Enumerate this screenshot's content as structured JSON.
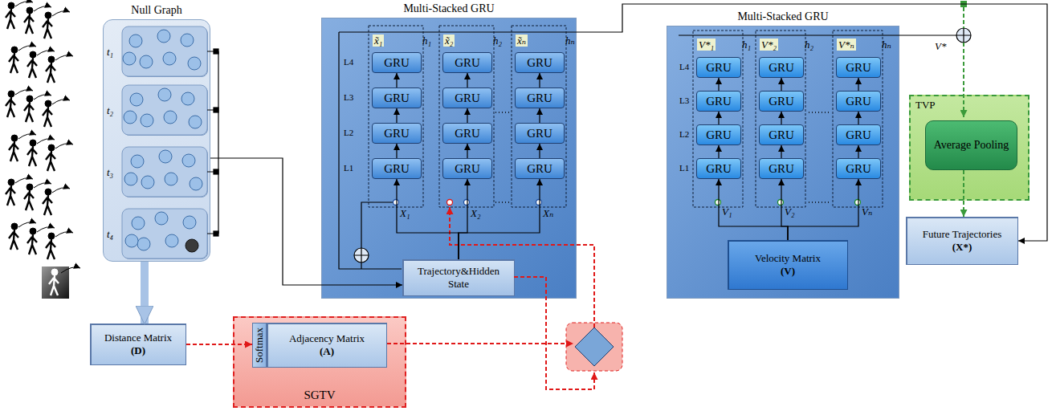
{
  "diagram": {
    "nodes": [
      {
        "text": [
          "Null Graph"
        ]
      },
      {
        "text": [
          "t₁"
        ],
        "in": 0
      },
      {
        "text": [
          "t₂"
        ],
        "in": 0
      },
      {
        "text": [
          "t₃"
        ],
        "in": 0
      },
      {
        "text": [
          "t₄"
        ],
        "in": 0
      },
      {
        "text": [
          "Multi-Stacked GRU"
        ]
      },
      {
        "text": [
          "GRU"
        ],
        "in": 5
      },
      {
        "text": [
          "GRU"
        ],
        "in": 5
      },
      {
        "text": [
          "GRU"
        ],
        "in": 5
      },
      {
        "text": [
          "GRU"
        ],
        "in": 5
      },
      {
        "text": [
          "GRU"
        ],
        "in": 5
      },
      {
        "text": [
          "GRU"
        ],
        "in": 5
      },
      {
        "text": [
          "GRU"
        ],
        "in": 5
      },
      {
        "text": [
          "GRU"
        ],
        "in": 5
      },
      {
        "text": [
          "GRU"
        ],
        "in": 5
      },
      {
        "text": [
          "GRU"
        ],
        "in": 5
      },
      {
        "text": [
          "GRU"
        ],
        "in": 5
      },
      {
        "text": [
          "GRU"
        ],
        "in": 5
      },
      {
        "text": [
          "Trajectory&Hidden State"
        ],
        "in": 5
      },
      {
        "text": [
          "Multi-Stacked GRU"
        ]
      },
      {
        "text": [
          "GRU"
        ],
        "in": 19
      },
      {
        "text": [
          "GRU"
        ],
        "in": 19
      },
      {
        "text": [
          "GRU"
        ],
        "in": 19
      },
      {
        "text": [
          "GRU"
        ],
        "in": 19
      },
      {
        "text": [
          "GRU"
        ],
        "in": 19
      },
      {
        "text": [
          "GRU"
        ],
        "in": 19
      },
      {
        "text": [
          "GRU"
        ],
        "in": 19
      },
      {
        "text": [
          "GRU"
        ],
        "in": 19
      },
      {
        "text": [
          "GRU"
        ],
        "in": 19
      },
      {
        "text": [
          "GRU"
        ],
        "in": 19
      },
      {
        "text": [
          "GRU"
        ],
        "in": 19
      },
      {
        "text": [
          "GRU"
        ],
        "in": 19
      },
      {
        "text": [
          "Velocity Matrix",
          "(V)"
        ],
        "in": 19
      },
      {
        "text": [
          "TVP"
        ]
      },
      {
        "text": [
          "Average Pooling"
        ],
        "in": 33
      },
      {
        "text": [
          "Future Trajectories",
          "(X*)"
        ]
      },
      {
        "text": [
          "Distance Matrix",
          "(D)"
        ]
      },
      {
        "text": [
          "SGTV"
        ]
      },
      {
        "text": [
          "Softmax"
        ],
        "in": 37
      },
      {
        "text": [
          "Adjacency Matrix",
          "(A)"
        ],
        "in": 37
      }
    ],
    "edges": [
      {
        "from": 15,
        "to": 12,
        "arrow": "to"
      },
      {
        "from": 12,
        "to": 9,
        "arrow": "to"
      },
      {
        "from": 9,
        "to": 6,
        "arrow": "to"
      },
      {
        "from": 16,
        "to": 13,
        "arrow": "to"
      },
      {
        "from": 13,
        "to": 10,
        "arrow": "to"
      },
      {
        "from": 10,
        "to": 7,
        "arrow": "to"
      },
      {
        "from": 17,
        "to": 14,
        "arrow": "to"
      },
      {
        "from": 14,
        "to": 11,
        "arrow": "to"
      },
      {
        "from": 11,
        "to": 8,
        "arrow": "to"
      },
      {
        "from": 29,
        "to": 26,
        "arrow": "to"
      },
      {
        "from": 26,
        "to": 23,
        "arrow": "to"
      },
      {
        "from": 23,
        "to": 20,
        "arrow": "to"
      },
      {
        "from": 30,
        "to": 27,
        "arrow": "to"
      },
      {
        "from": 27,
        "to": 24,
        "arrow": "to"
      },
      {
        "from": 24,
        "to": 21,
        "arrow": "to"
      },
      {
        "from": 31,
        "to": 28,
        "arrow": "to"
      },
      {
        "from": 28,
        "to": 25,
        "arrow": "to"
      },
      {
        "from": 25,
        "to": 22,
        "arrow": "to"
      },
      {
        "from": 18,
        "to": 15,
        "arrow": "to"
      },
      {
        "from": 18,
        "to": 16,
        "arrow": "to"
      },
      {
        "from": 18,
        "to": 17,
        "arrow": "to"
      },
      {
        "from": 32,
        "to": 29,
        "arrow": "to"
      },
      {
        "from": 32,
        "to": 30,
        "arrow": "to"
      },
      {
        "from": 32,
        "to": 31,
        "arrow": "to"
      },
      {
        "from": 0,
        "to": 18,
        "arrow": "to"
      },
      {
        "from": 0,
        "to": 36,
        "arrow": "to"
      },
      {
        "from": 36,
        "to": 38,
        "arrow": "to"
      },
      {
        "from": 5,
        "to": 35,
        "arrow": "to"
      },
      {
        "from": 33,
        "to": 35,
        "arrow": "to"
      }
    ],
    "labels": [
      "L4",
      "L3",
      "L2",
      "L1",
      "x̃₁",
      "h₁",
      "x̃₂",
      "h₂",
      "x̃ₙ",
      "hₙ",
      "X₁",
      "X₂",
      "Xₙ",
      "L4",
      "L3",
      "L2",
      "L1",
      "V*₁",
      "h₁",
      "V*₂",
      "h₂",
      "V*ₙ",
      "hₙ",
      "V₁",
      "V₂",
      "Vₙ",
      "V*"
    ]
  }
}
